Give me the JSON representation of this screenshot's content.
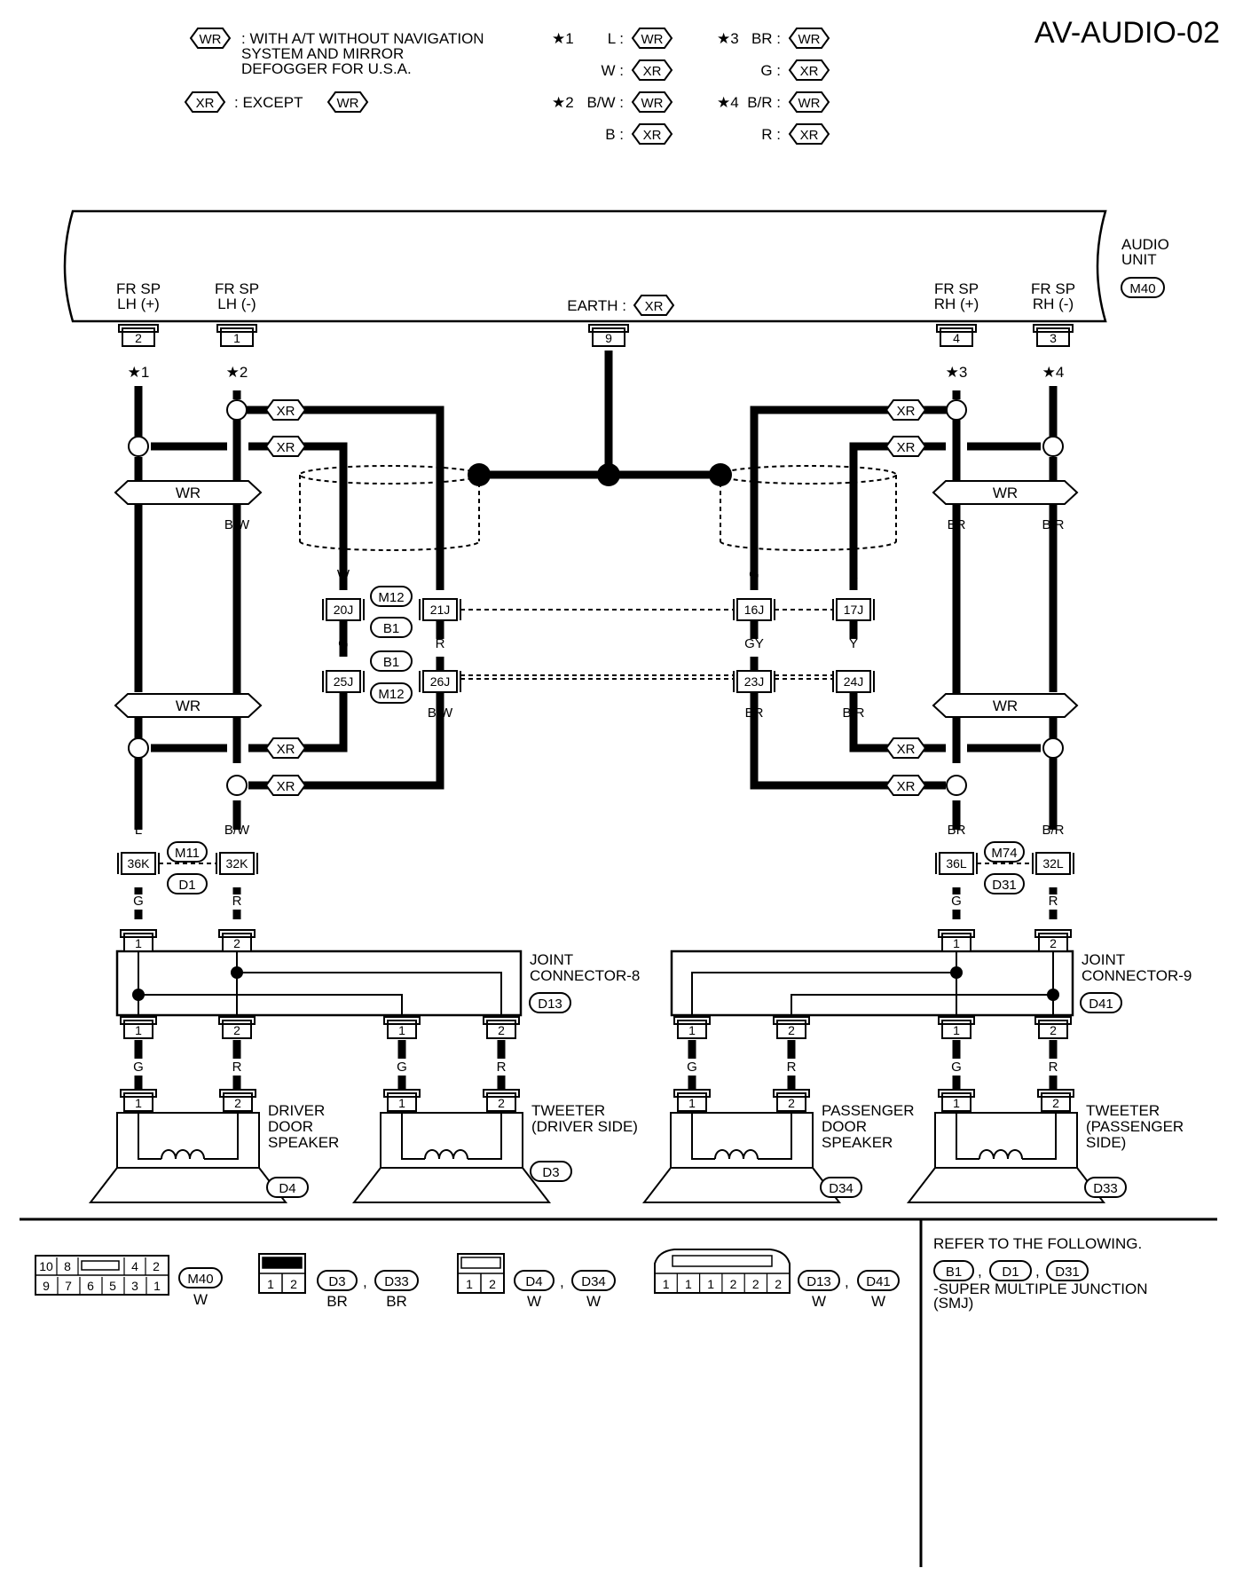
{
  "title": "AV-AUDIO-02",
  "legend": {
    "wr_code": "WR",
    "wr_text": [
      ": WITH A/T WITHOUT NAVIGATION",
      "SYSTEM AND MIRROR",
      "DEFOGGER  FOR U.S.A."
    ],
    "xr_code": "XR",
    "xr_text": ": EXCEPT",
    "notes": [
      {
        "mark": "★1",
        "rows": [
          {
            "wire": "L :",
            "code": "WR"
          },
          {
            "wire": "W :",
            "code": "XR"
          }
        ]
      },
      {
        "mark": "★2",
        "rows": [
          {
            "wire": "B/W :",
            "code": "WR"
          },
          {
            "wire": "B :",
            "code": "XR"
          }
        ]
      },
      {
        "mark": "★3",
        "rows": [
          {
            "wire": "BR :",
            "code": "WR"
          },
          {
            "wire": "G :",
            "code": "XR"
          }
        ]
      },
      {
        "mark": "★4",
        "rows": [
          {
            "wire": "B/R :",
            "code": "WR"
          },
          {
            "wire": "R :",
            "code": "XR"
          }
        ]
      }
    ]
  },
  "audio_unit": {
    "label": [
      "AUDIO",
      "UNIT"
    ],
    "connector": "M40",
    "terminals": [
      {
        "name": [
          "FR SP",
          "LH (+)"
        ],
        "pin": "2",
        "note": "★1"
      },
      {
        "name": [
          "FR SP",
          "LH (-)"
        ],
        "pin": "1",
        "note": "★2"
      },
      {
        "name": [
          "EARTH :"
        ],
        "pin": "9",
        "code": "XR"
      },
      {
        "name": [
          "FR SP",
          "RH (+)"
        ],
        "pin": "4",
        "note": "★3"
      },
      {
        "name": [
          "FR SP",
          "RH (-)"
        ],
        "pin": "3",
        "note": "★4"
      }
    ]
  },
  "wires": {
    "wr": "WR",
    "xr": "XR",
    "colors": [
      "L",
      "B/W",
      "W",
      "B",
      "G",
      "R",
      "GY",
      "Y",
      "BR",
      "B/R"
    ]
  },
  "smj": {
    "upper": {
      "left_pins": [
        "20J",
        "21J"
      ],
      "right_pins": [
        "16J",
        "17J"
      ],
      "codes": [
        "M12",
        "B1"
      ]
    },
    "lower": {
      "left_pins": [
        "25J",
        "26J"
      ],
      "right_pins": [
        "23J",
        "24J"
      ],
      "codes": [
        "B1",
        "M12"
      ]
    }
  },
  "door_connectors": {
    "left": {
      "pins": [
        "36K",
        "32K"
      ],
      "codes": [
        "M11",
        "D1"
      ]
    },
    "right": {
      "pins": [
        "36L",
        "32L"
      ],
      "codes": [
        "M74",
        "D31"
      ]
    }
  },
  "joint_connectors": [
    {
      "label": [
        "JOINT",
        "CONNECTOR-8"
      ],
      "code": "D13"
    },
    {
      "label": [
        "JOINT",
        "CONNECTOR-9"
      ],
      "code": "D41"
    }
  ],
  "speakers": [
    {
      "label": [
        "DRIVER",
        "DOOR",
        "SPEAKER"
      ],
      "code": "D4"
    },
    {
      "label": [
        "TWEETER",
        "(DRIVER SIDE)"
      ],
      "code": "D3"
    },
    {
      "label": [
        "PASSENGER",
        "DOOR",
        "SPEAKER"
      ],
      "code": "D34"
    },
    {
      "label": [
        "TWEETER",
        "(PASSENGER",
        " SIDE)"
      ],
      "code": "D33"
    }
  ],
  "connector_views": [
    {
      "pins_top": [
        "10",
        "8",
        "",
        "4",
        "2"
      ],
      "pins_bottom": [
        "9",
        "7",
        "6",
        "5",
        "3",
        "1"
      ],
      "codes": [
        "M40"
      ],
      "colors": [
        "W"
      ]
    },
    {
      "pins": [
        "1",
        "2"
      ],
      "codes": [
        "D3",
        "D33"
      ],
      "colors": [
        "BR",
        "BR"
      ]
    },
    {
      "pins": [
        "1",
        "2"
      ],
      "codes": [
        "D4",
        "D34"
      ],
      "colors": [
        "W",
        "W"
      ]
    },
    {
      "pins": [
        "1",
        "1",
        "1",
        "2",
        "2",
        "2"
      ],
      "codes": [
        "D13",
        "D41"
      ],
      "colors": [
        "W",
        "W"
      ]
    }
  ],
  "refer": {
    "heading": "REFER TO THE FOLLOWING.",
    "codes": [
      "B1",
      "D1",
      "D31"
    ],
    "text": [
      "-SUPER MULTIPLE JUNCTION",
      "(SMJ)"
    ]
  }
}
